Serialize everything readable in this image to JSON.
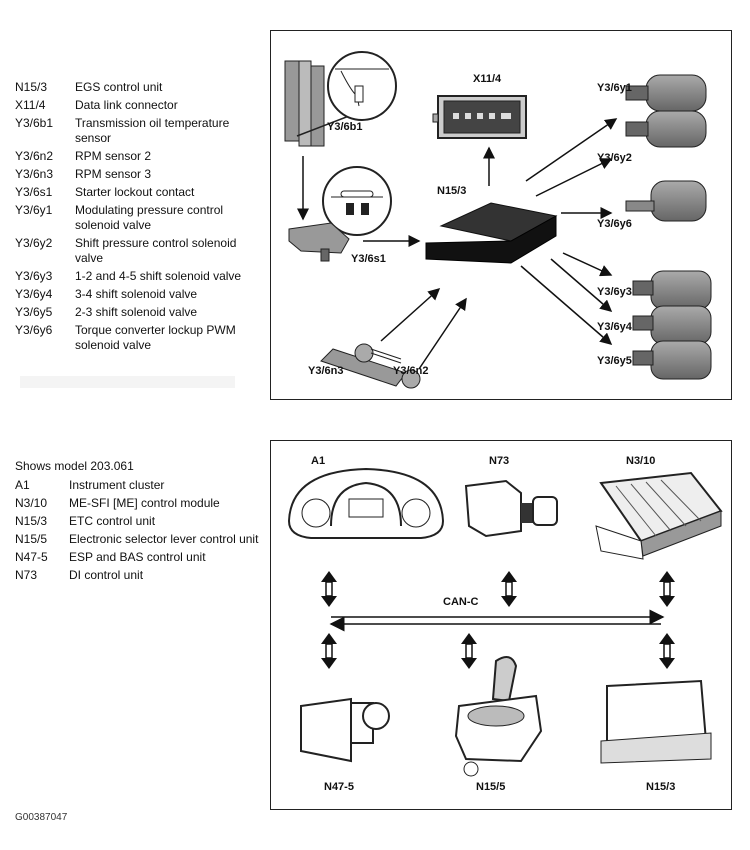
{
  "top_legend": [
    {
      "code": "N15/3",
      "desc": "EGS control unit"
    },
    {
      "code": "X11/4",
      "desc": "Data link connector"
    },
    {
      "code": "Y3/6b1",
      "desc": "Transmission oil temperature sensor"
    },
    {
      "code": "Y3/6n2",
      "desc": "RPM sensor 2"
    },
    {
      "code": "Y3/6n3",
      "desc": "RPM sensor 3"
    },
    {
      "code": "Y3/6s1",
      "desc": "Starter lockout contact"
    },
    {
      "code": "Y3/6y1",
      "desc": "Modulating pressure control solenoid valve"
    },
    {
      "code": "Y3/6y2",
      "desc": "Shift pressure control solenoid valve"
    },
    {
      "code": "Y3/6y3",
      "desc": "1-2 and 4-5 shift solenoid valve"
    },
    {
      "code": "Y3/6y4",
      "desc": "3-4 shift solenoid valve"
    },
    {
      "code": "Y3/6y5",
      "desc": "2-3 shift solenoid valve"
    },
    {
      "code": "Y3/6y6",
      "desc": "Torque converter lockup PWM solenoid valve"
    }
  ],
  "top_diagram": {
    "labels": {
      "b1": "Y3/6b1",
      "x11": "X11/4",
      "n15": "N15/3",
      "s1": "Y3/6s1",
      "n3": "Y3/6n3",
      "n2": "Y3/6n2",
      "y1": "Y3/6y1",
      "y2": "Y3/6y2",
      "y6": "Y3/6y6",
      "y3": "Y3/6y3",
      "y4": "Y3/6y4",
      "y5": "Y3/6y5"
    }
  },
  "bottom_legend": {
    "title": "Shows model 203.061",
    "items": [
      {
        "code": "A1",
        "desc": "Instrument cluster"
      },
      {
        "code": "N3/10",
        "desc": "ME-SFI [ME] control module"
      },
      {
        "code": "N15/3",
        "desc": "ETC control unit"
      },
      {
        "code": "N15/5",
        "desc": "Electronic selector lever control unit"
      },
      {
        "code": "N47-5",
        "desc": "ESP and BAS control unit"
      },
      {
        "code": "N73",
        "desc": "DI control unit"
      }
    ]
  },
  "bottom_diagram": {
    "bus_label": "CAN-C",
    "labels": {
      "a1": "A1",
      "n73": "N73",
      "n310": "N3/10",
      "n475": "N47-5",
      "n155": "N15/5",
      "n153": "N15/3"
    }
  },
  "caption": "G00387047"
}
